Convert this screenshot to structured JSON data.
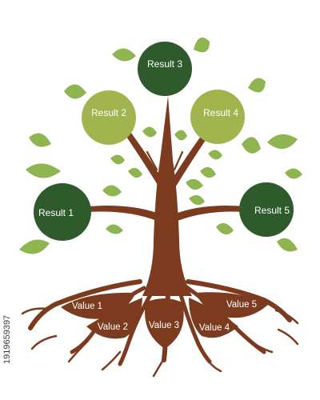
{
  "diagram": {
    "results": [
      {
        "label": "Result 1",
        "color": "#2f5a2c"
      },
      {
        "label": "Result 2",
        "color": "#a1b44e"
      },
      {
        "label": "Result 3",
        "color": "#2f5a2c"
      },
      {
        "label": "Result 4",
        "color": "#a1b44e"
      },
      {
        "label": "Result 5",
        "color": "#2f5a2c"
      }
    ],
    "values": [
      {
        "label": "Value 1"
      },
      {
        "label": "Value 2"
      },
      {
        "label": "Value 3"
      },
      {
        "label": "Value 4"
      },
      {
        "label": "Value 5"
      }
    ],
    "colors": {
      "trunk": "#7c3b1f",
      "leaf_light": "#8fb550",
      "leaf_dark": "#5f8d38"
    }
  },
  "watermark": {
    "id_text": "1919659397"
  }
}
